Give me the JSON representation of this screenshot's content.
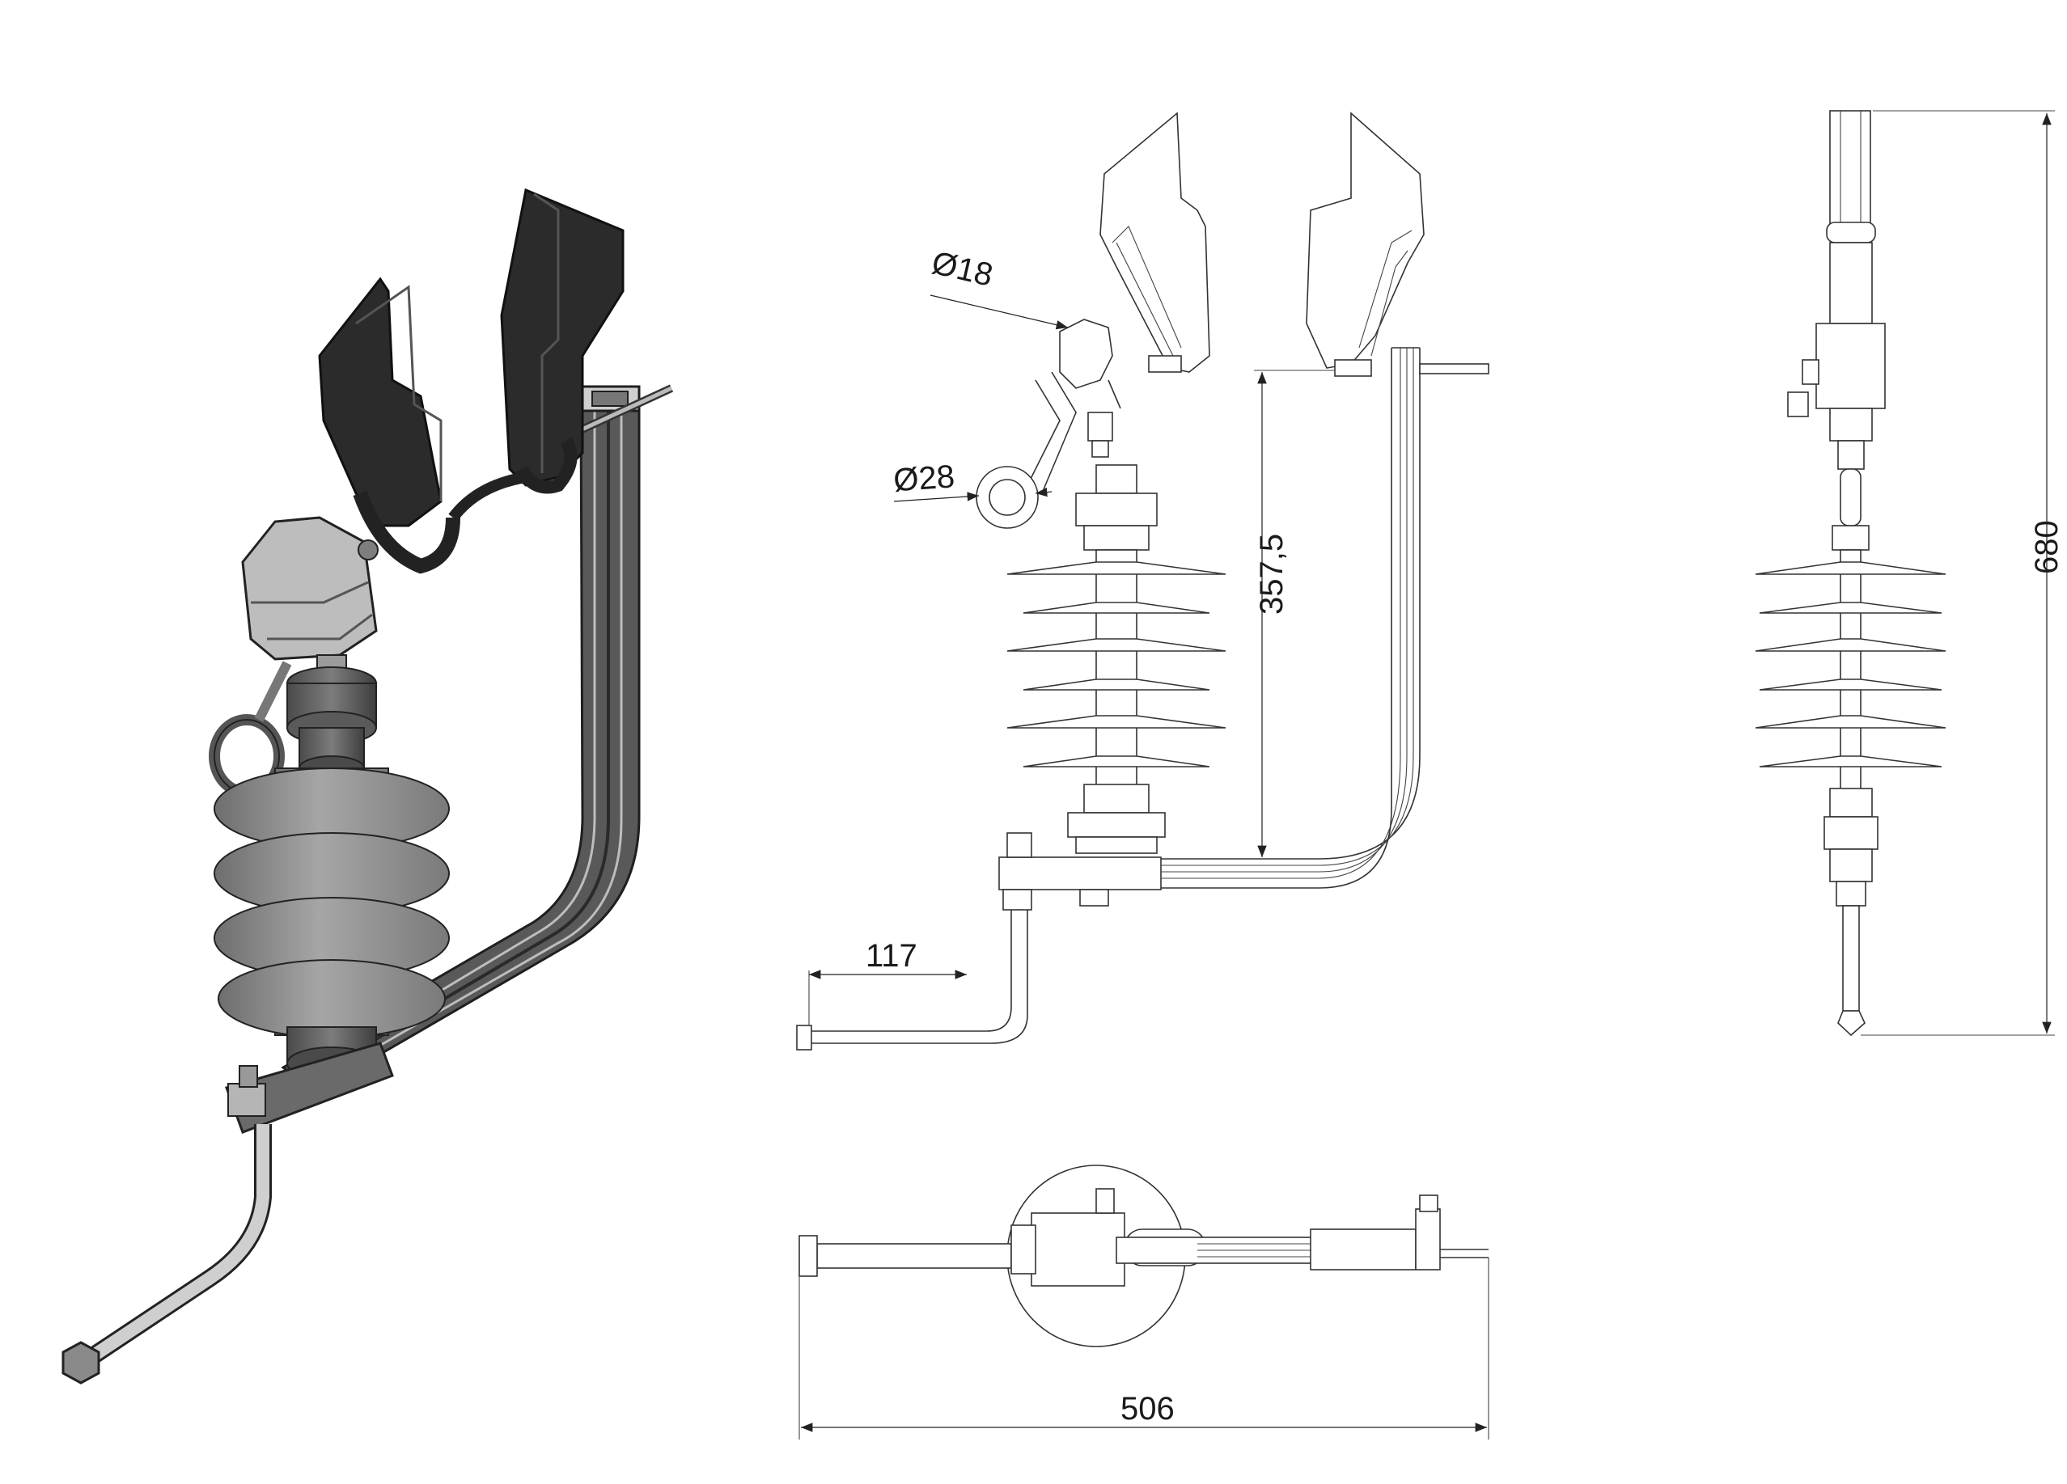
{
  "dimensions": {
    "d18": "Ø18",
    "d28": "Ø28",
    "h357": "357,5",
    "w117": "117",
    "h680": "680",
    "w506": "506"
  },
  "colors": {
    "line": "#333333",
    "black_part": "#2b2b2b",
    "grey_part": "#8a8a8a",
    "light_grey": "#c8c8c8",
    "insulator": "#9a9a9a"
  }
}
